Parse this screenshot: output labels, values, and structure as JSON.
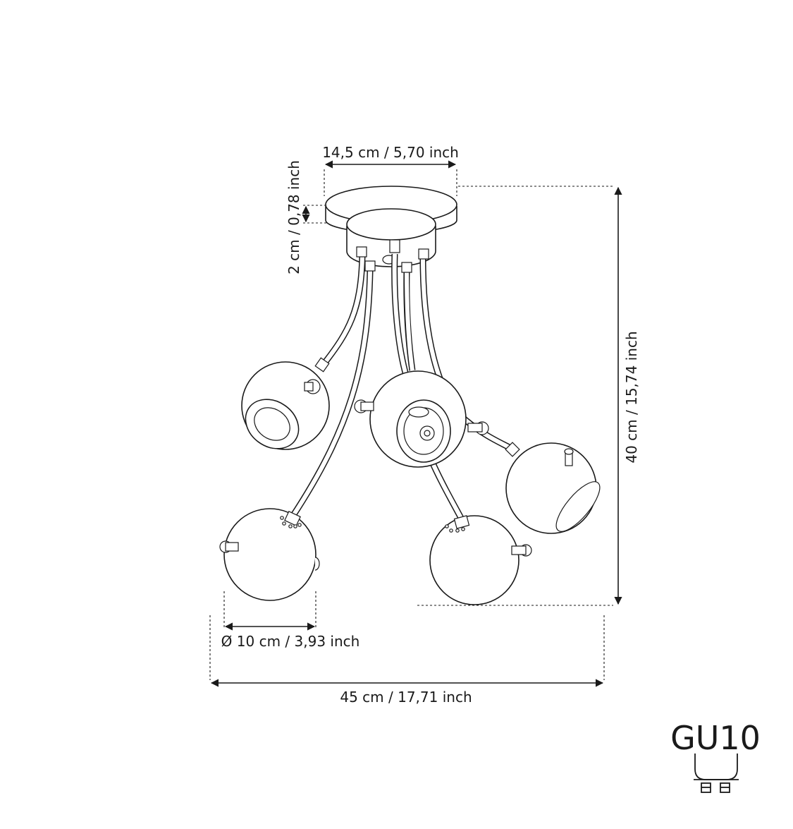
{
  "dimensions": {
    "canopy_width": "14,5 cm  / 5,70 inch",
    "canopy_height": "2 cm / 0,78 inch",
    "total_height": "40 cm / 15,74 inch",
    "globe_diameter": "Ø 10 cm / 3,93 inch",
    "total_width": "45 cm / 17,71 inch"
  },
  "bulb": {
    "type": "GU10",
    "icon": "gu10-bulb-icon"
  },
  "colors": {
    "line": "#1a1a1a",
    "background": "#ffffff"
  }
}
